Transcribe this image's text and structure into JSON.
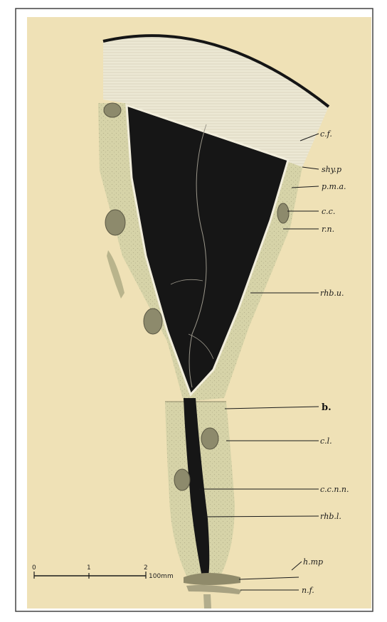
{
  "figure": {
    "labels": [
      {
        "id": "cf",
        "text": "c.f."
      },
      {
        "id": "shy",
        "text": "shy.p"
      },
      {
        "id": "pma",
        "text": "p.m.a."
      },
      {
        "id": "cc",
        "text": "c.c."
      },
      {
        "id": "rn",
        "text": "r.n."
      },
      {
        "id": "rhbu",
        "text": "rhb.u."
      },
      {
        "id": "b",
        "text": "b."
      },
      {
        "id": "cl",
        "text": "c.l."
      },
      {
        "id": "ccnn",
        "text": "c.c.n.n."
      },
      {
        "id": "rhbl",
        "text": "rhb.l."
      },
      {
        "id": "hmp",
        "text": "h.mp"
      },
      {
        "id": "nf",
        "text": "n.f."
      }
    ],
    "scale_bar": {
      "ticks": [
        "0",
        "1",
        "2"
      ],
      "unit": "100mm"
    },
    "colors": {
      "paper": "#efe1b6",
      "cell": "#d6d3a8",
      "cavity": "#161616",
      "cuticle": "#ece8d4"
    }
  }
}
